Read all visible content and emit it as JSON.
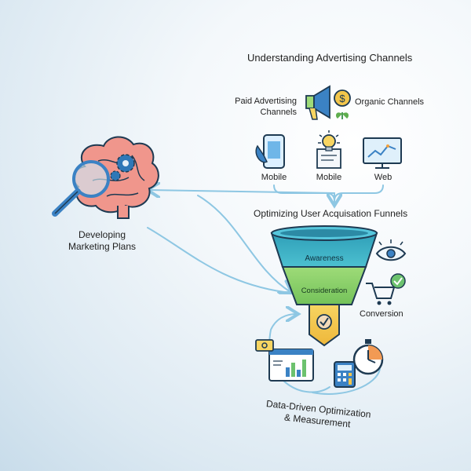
{
  "title": "Understanding Advertising Channels",
  "channels": {
    "paid_label": "Paid Advertising\nChannels",
    "organic_label": "Organic Channels",
    "items": [
      "Mobile",
      "Mobile",
      "Web"
    ]
  },
  "brain_label": "Developing\nMarketing Plans",
  "funnel": {
    "title": "Optimizing User Acquisation Funnels",
    "stages": [
      "Awareness",
      "Consideration"
    ],
    "conversion_label": "Conversion"
  },
  "measurement_label": "Data-Driven Optimization\n& Measurement",
  "colors": {
    "funnel_top": "#3aaec4",
    "funnel_mid": "#8fd16a",
    "funnel_bottom": "#f3c64b",
    "arrow": "#8ec7e3",
    "outline": "#1e3a52",
    "brain": "#f0968c",
    "magnifier": "#3b82c4"
  },
  "icons": [
    "brain-icon",
    "magnifier-icon",
    "gear-icon",
    "megaphone-icon",
    "coin-icon",
    "sprout-icon",
    "phone-icon",
    "lightbulb-document-icon",
    "monitor-chart-icon",
    "eye-icon",
    "cart-icon",
    "checkmark-icon",
    "dashboard-icon",
    "stopwatch-icon",
    "calculator-icon"
  ]
}
